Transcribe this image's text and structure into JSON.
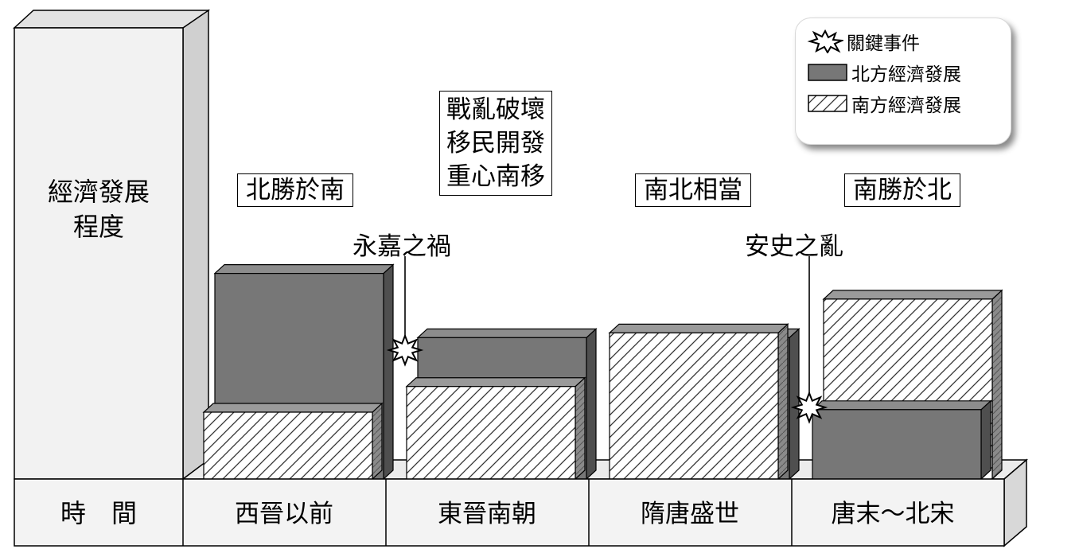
{
  "y_axis_label": [
    "經濟發展",
    "程度"
  ],
  "time_header": "時　間",
  "legend": {
    "items": [
      {
        "label": "關鍵事件",
        "icon": "burst-icon"
      },
      {
        "label": "北方經濟發展",
        "icon": "solid-swatch"
      },
      {
        "label": "南方經濟發展",
        "icon": "hatched-swatch"
      }
    ]
  },
  "colors": {
    "north": "#777777",
    "north_side": "#4f4f4f",
    "south": "#ffffff",
    "hatch": "#333333"
  },
  "chart_data": {
    "type": "bar",
    "title": "",
    "categories": [
      "西晉以前",
      "東晉南朝",
      "隋唐盛世",
      "唐末～北宋"
    ],
    "series": [
      {
        "name": "北方經濟發展",
        "values": [
          8,
          5.5,
          5.5,
          2.7
        ]
      },
      {
        "name": "南方經濟發展",
        "values": [
          2.6,
          3.6,
          5.5,
          7
        ]
      }
    ],
    "ylim": [
      0,
      10
    ],
    "period_labels": [
      "北勝於南",
      "",
      "南北相當",
      "南勝於北"
    ],
    "transition_note": [
      "戰亂破壞",
      "移民開發",
      "重心南移"
    ],
    "events": [
      {
        "label": "永嘉之禍",
        "between": [
          0,
          1
        ]
      },
      {
        "label": "安史之亂",
        "between": [
          2,
          3
        ]
      }
    ]
  }
}
